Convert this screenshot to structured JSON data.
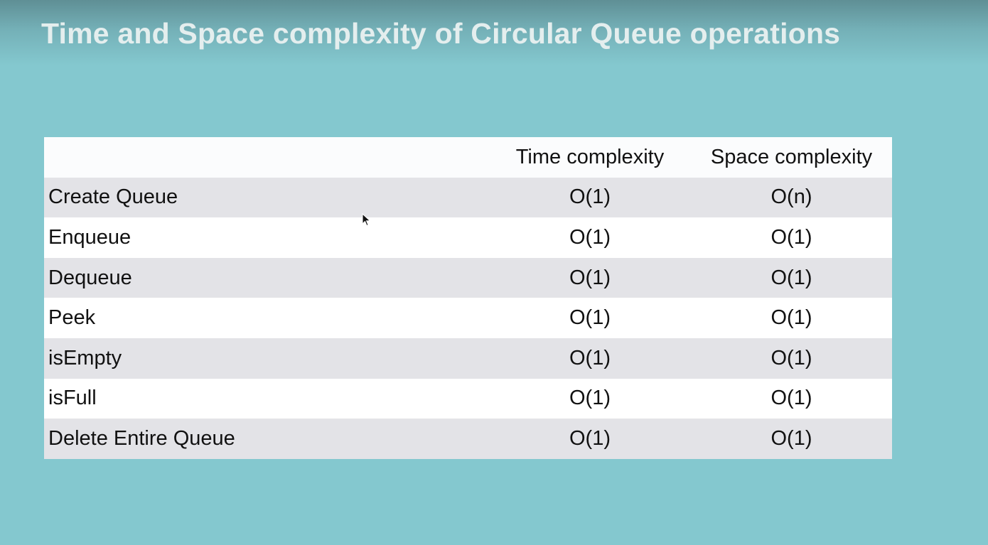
{
  "slide": {
    "title": "Time and Space complexity of Circular Queue operations"
  },
  "table": {
    "headers": {
      "operation": "",
      "time": "Time complexity",
      "space": "Space complexity"
    },
    "rows": [
      {
        "operation": "Create Queue",
        "time": "O(1)",
        "space": "O(n)"
      },
      {
        "operation": "Enqueue",
        "time": "O(1)",
        "space": "O(1)"
      },
      {
        "operation": "Dequeue",
        "time": "O(1)",
        "space": "O(1)"
      },
      {
        "operation": "Peek",
        "time": "O(1)",
        "space": "O(1)"
      },
      {
        "operation": "isEmpty",
        "time": "O(1)",
        "space": "O(1)"
      },
      {
        "operation": "isFull",
        "time": "O(1)",
        "space": "O(1)"
      },
      {
        "operation": "Delete Entire Queue",
        "time": "O(1)",
        "space": "O(1)"
      }
    ]
  },
  "colors": {
    "background": "#84c8cf",
    "title_text": "#e4eeee",
    "row_shaded": "#e3e3e7",
    "row_plain": "#ffffff"
  },
  "icons": {
    "cursor": "mouse-pointer-icon"
  }
}
